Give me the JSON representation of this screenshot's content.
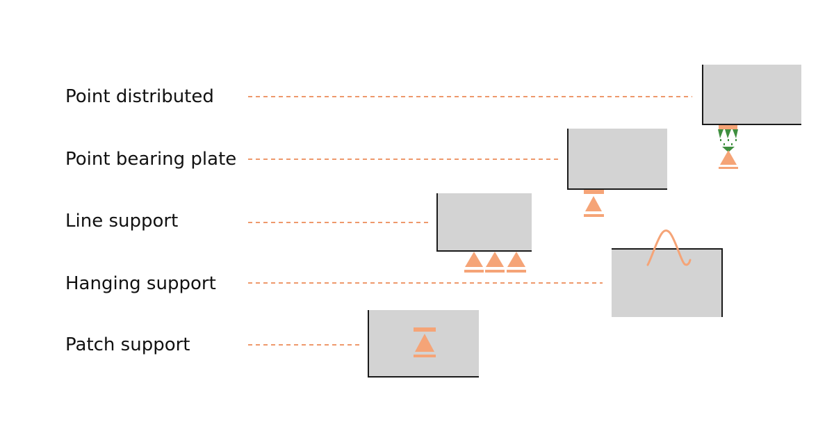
{
  "supports": [
    {
      "id": "point-distributed",
      "label": "Point distributed"
    },
    {
      "id": "point-bearing-plate",
      "label": "Point bearing plate"
    },
    {
      "id": "line-support",
      "label": "Line support"
    },
    {
      "id": "hanging-support",
      "label": "Hanging support"
    },
    {
      "id": "patch-support",
      "label": "Patch support"
    }
  ],
  "colors": {
    "leader": "#e8773a",
    "support_symbol": "#f5a477",
    "distribution_arrow": "#3f8f3f",
    "block_fill": "#d3d3d3",
    "block_edge": "#1a1a1a",
    "label_text": "#111111"
  }
}
